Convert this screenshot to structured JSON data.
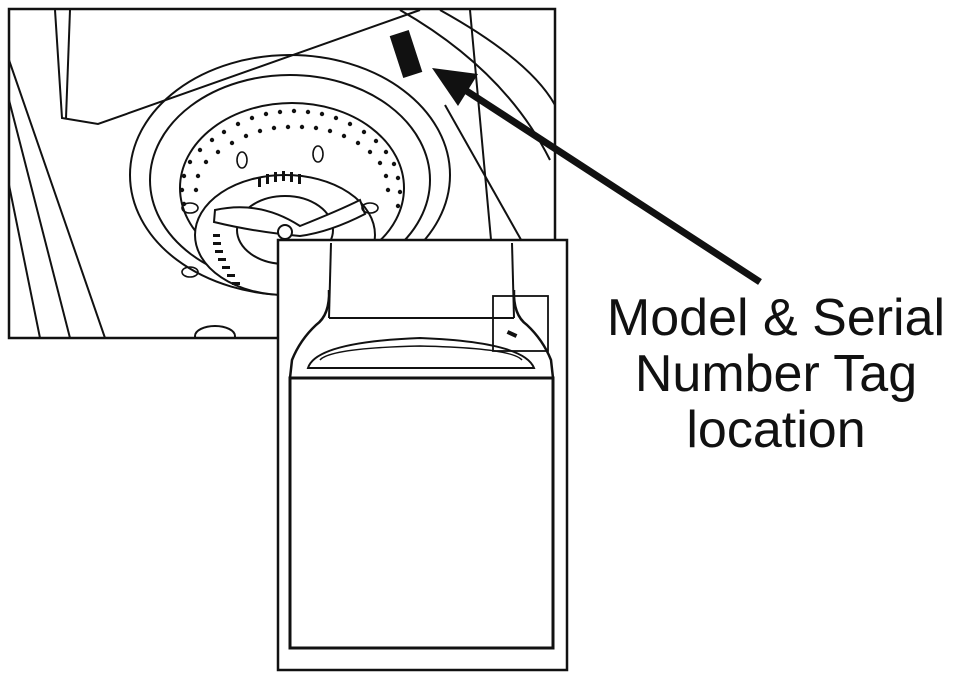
{
  "label": {
    "lines": [
      "Model & Serial",
      "Number Tag",
      "location"
    ]
  },
  "colors": {
    "ink": "#111111",
    "paper": "#ffffff"
  },
  "icons": {
    "tag": "model-serial-tag-icon",
    "arrow": "callout-arrow-icon"
  }
}
